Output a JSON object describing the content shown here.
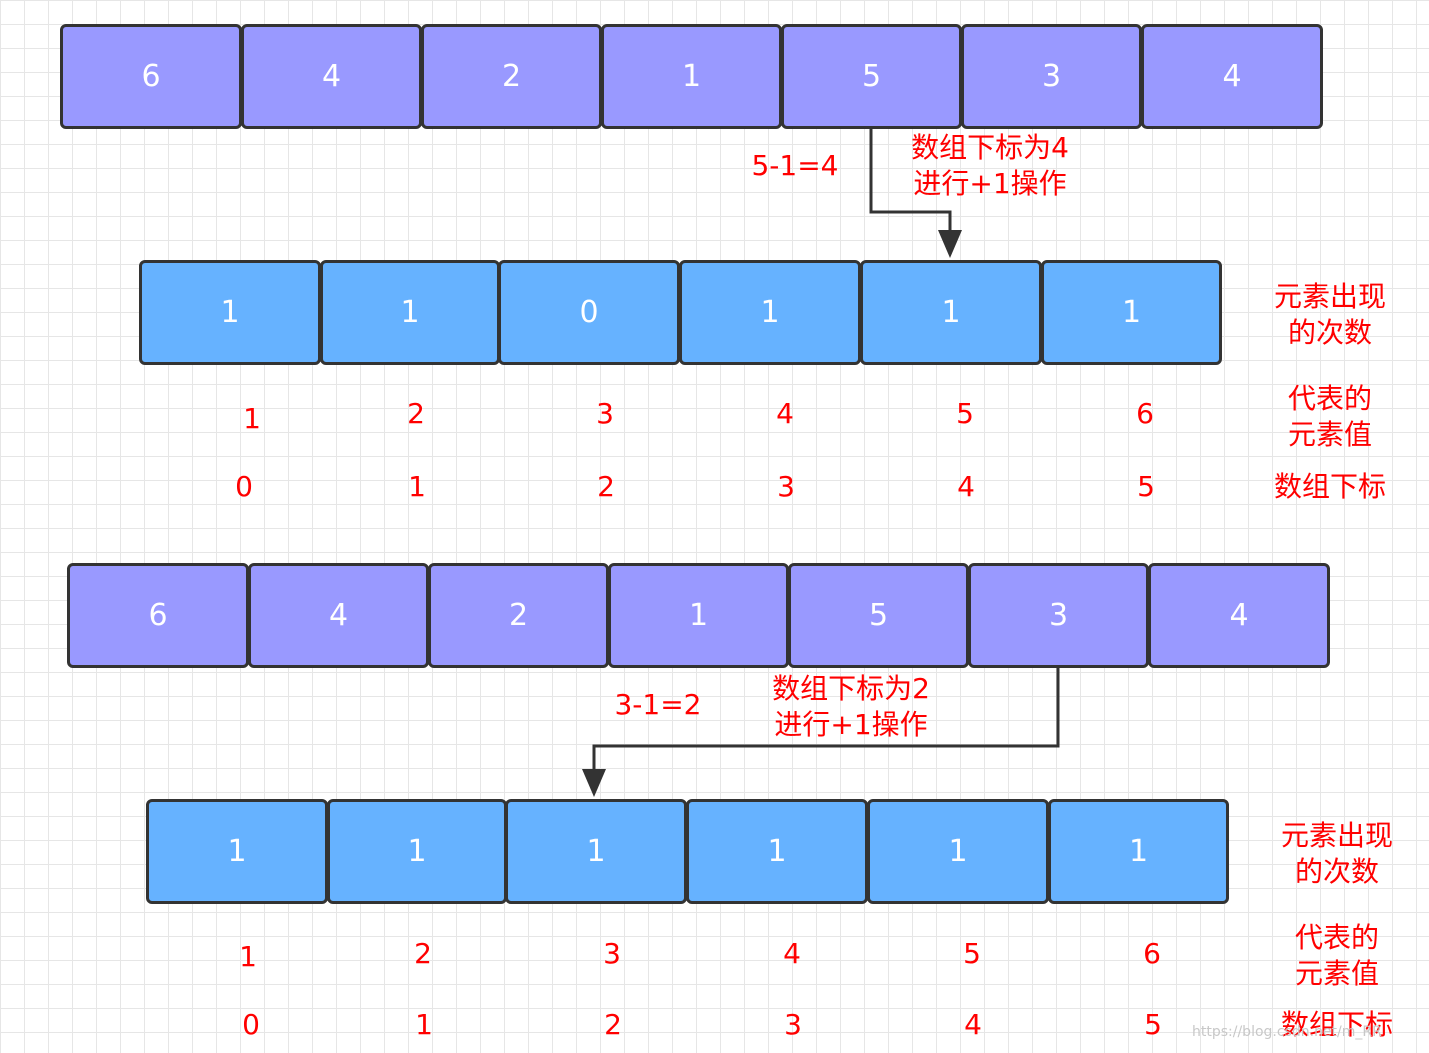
{
  "sections": [
    {
      "source_values": [
        "6",
        "4",
        "2",
        "1",
        "5",
        "3",
        "4"
      ],
      "count_values": [
        "1",
        "1",
        "0",
        "1",
        "1",
        "1"
      ],
      "element_values": [
        "1",
        "2",
        "3",
        "4",
        "5",
        "6"
      ],
      "indices": [
        "0",
        "1",
        "2",
        "3",
        "4",
        "5"
      ],
      "formula": "5-1=4",
      "operation_line1": "数组下标为4",
      "operation_line2": "进行+1操作"
    },
    {
      "source_values": [
        "6",
        "4",
        "2",
        "1",
        "5",
        "3",
        "4"
      ],
      "count_values": [
        "1",
        "1",
        "1",
        "1",
        "1",
        "1"
      ],
      "element_values": [
        "1",
        "2",
        "3",
        "4",
        "5",
        "6"
      ],
      "indices": [
        "0",
        "1",
        "2",
        "3",
        "4",
        "5"
      ],
      "formula": "3-1=2",
      "operation_line1": "数组下标为2",
      "operation_line2": "进行+1操作"
    }
  ],
  "legend": {
    "count_line1": "元素出现",
    "count_line2": "的次数",
    "value_line1": "代表的",
    "value_line2": "元素值",
    "index": "数组下标"
  },
  "watermark": "https://blog.csdn.net/m_RR",
  "colors": {
    "source_fill": "#9999ff",
    "count_fill": "#66b2ff",
    "annotation": "#ff0000",
    "border": "#333333"
  }
}
